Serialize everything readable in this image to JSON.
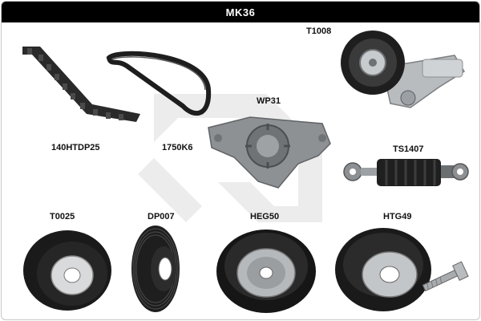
{
  "kit_code": "MK36",
  "parts": [
    {
      "code": "140HTDP25",
      "icon": "timing-belt"
    },
    {
      "code": "1750K6",
      "icon": "ribbed-belt"
    },
    {
      "code": "WP31",
      "icon": "water-pump"
    },
    {
      "code": "T1008",
      "icon": "tensioner-assembly"
    },
    {
      "code": "TS1407",
      "icon": "shock-absorber"
    },
    {
      "code": "T0025",
      "icon": "idler-pulley"
    },
    {
      "code": "DP007",
      "icon": "crankshaft-pulley"
    },
    {
      "code": "HEG50",
      "icon": "idler-pulley"
    },
    {
      "code": "HTG49",
      "icon": "tensioner-pulley"
    }
  ],
  "colors": {
    "header_bg": "#000000",
    "header_text": "#ffffff",
    "watermark": "#ececec"
  }
}
